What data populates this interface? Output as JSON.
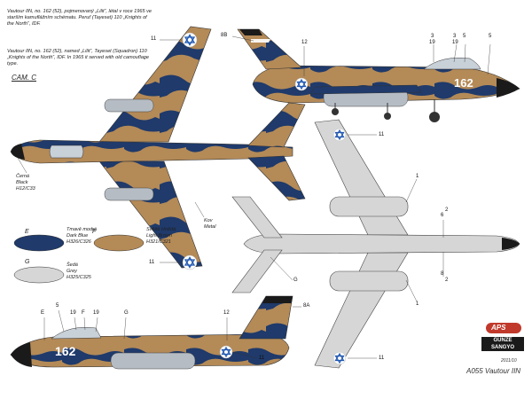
{
  "notes": {
    "czech": "Vautour IIN, no. 162 (52), pojmenovaný „Lilit“, létal v roce 1965 ve starším kamuflážním schématu. Peruť (Tayeset) 110 „Knights of the North“, IDF.",
    "english": "Vautour IIN, no. 162 (52), named „Lilit“, Tayeset (Squadron) 110 „Knights of the North“, IDF. In 1965 it served with old camouflage type."
  },
  "cam_label": "CAM. C",
  "colors": {
    "dark_blue": "#1f3a6b",
    "light_brown": "#b48a57",
    "grey": "#d6d6d6",
    "black": "#1a1a1a",
    "metal": "#b5bcc4"
  },
  "legend": {
    "e": {
      "letter": "E",
      "czech": "Tmavě modrá",
      "english": "Dark Blue",
      "code": "H326/C326"
    },
    "f": {
      "letter": "F",
      "czech": "Světlá Hnědá",
      "english": "Light Brown",
      "code": "H321/C321"
    },
    "g": {
      "letter": "G",
      "czech": "Šedá",
      "english": "Grey",
      "code": "H325/C325"
    }
  },
  "labels": {
    "black_cz": "Černá",
    "black_en": "Black",
    "black_code": "H12/C33",
    "metal_cz": "Kov",
    "metal_en": "Metal"
  },
  "callouts": {
    "c11_top": "11",
    "c8B": "8B",
    "c12_top": "12",
    "c3_a": "3",
    "c19_a": "19",
    "c3_b": "3",
    "c5_a": "5",
    "c11_mid": "11",
    "c1_a": "1",
    "c6": "6",
    "c2_a": "2",
    "c8_b": "8",
    "c2_b": "2",
    "c1_b": "1",
    "c11_low": "11",
    "cG": "G",
    "cE": "E",
    "c5_b": "5",
    "c19_b": "19",
    "cF": "F",
    "c19_c": "19",
    "cG2": "G",
    "c12_b": "12",
    "c8A": "8A",
    "c11_bottom": "11"
  },
  "aircraft_number": "162",
  "footer": {
    "date": "2011/10",
    "title": "A055 Vautour IIN",
    "brand_top": "GUNZE",
    "brand_bottom": "SANGYO"
  }
}
